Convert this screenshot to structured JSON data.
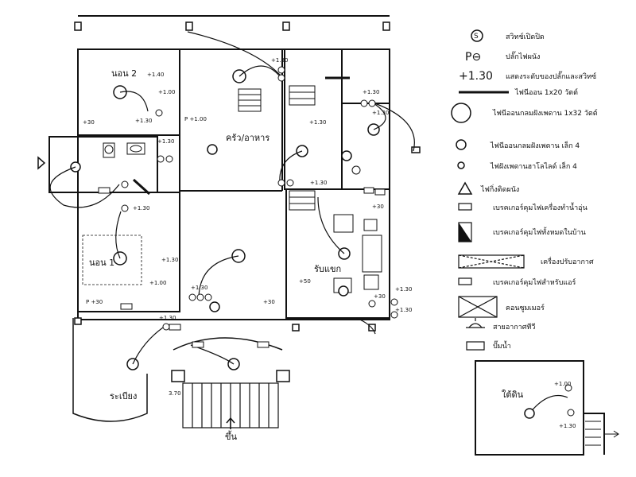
{
  "rooms": {
    "bedroom2": "นอน 2",
    "bedroom1": "นอน 1",
    "kitchen": "ครัว/อาหาร",
    "living": "รับแขก",
    "veranda": "ระเบียง",
    "ground_floor": "ใต้ดิน",
    "entry": "ขึ้น"
  },
  "dims": {
    "d130": "+1.30",
    "d140": "+1.40",
    "d100": "+1.00",
    "d30": "+30",
    "d50": "+50",
    "dp30": "P +30",
    "dp100": "P +1.00",
    "d370": "3.70"
  },
  "legend": {
    "switch_symbol": "S",
    "switch": "สวิทช์เปิดปิด",
    "outlet_symbol": "P⊖",
    "outlet": "ปลั๊กไฟผนัง",
    "height_symbol": "+1.30",
    "height": "แสดงระดับของปลั๊กและสวิทซ์",
    "fluorescent": "ไฟนีออน 1x20 วัตต์",
    "ceiling_large": "ไฟนีออนกลมฝังเพดาน 1x32 วัตต์",
    "ceiling_small": "ไฟนีออนกลมฝังเพดาน เล็ก 4",
    "halogen": "ไฟฝังเพดานฮาโลไลด์ เล็ก 4",
    "wall_light": "ไฟกิ่งติดผนัง",
    "breaker_heater": "เบรคเกอร์คุมไฟเครื่องทำน้ำอุ่น",
    "breaker_main": "เบรคเกอร์คุมไฟทั้งหมดในบ้าน",
    "aircon": "เครื่องปรับอากาศ",
    "breaker_air": "เบรคเกอร์คุมไฟสำหรับแอร์",
    "consumer_unit": "คอนซูมเมอร์",
    "tv_antenna": "สายอากาศทีวี",
    "water_pump": "ปั๊มน้ำ"
  }
}
